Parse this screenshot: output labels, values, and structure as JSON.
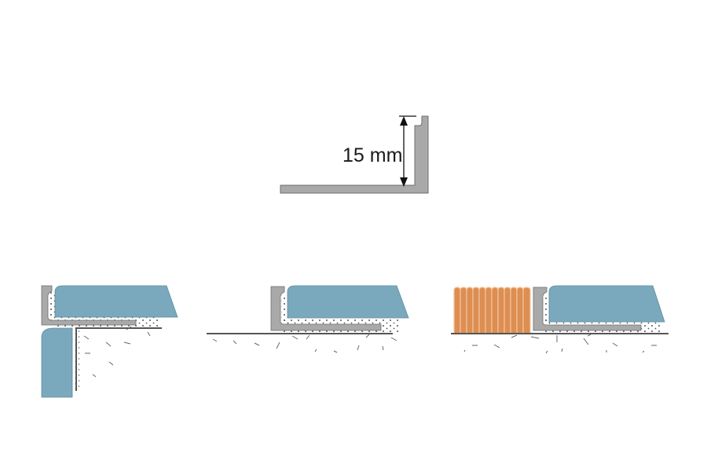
{
  "diagram": {
    "profile": {
      "dimension_label": "15 mm"
    },
    "views": [
      {
        "name": "wall-corner-installation"
      },
      {
        "name": "floor-edge-installation"
      },
      {
        "name": "floor-transition-to-wood-installation"
      }
    ],
    "colors": {
      "profile": "#a9a9a9",
      "profile_stroke": "#6e6e6e",
      "tile": "#7aa9be",
      "tile_stroke": "#5e8a9e",
      "wood": "#dd8e52",
      "wood_stroke": "#f3c59e",
      "substrate_line": "#555555",
      "adhesive_dot": "#555555"
    }
  }
}
